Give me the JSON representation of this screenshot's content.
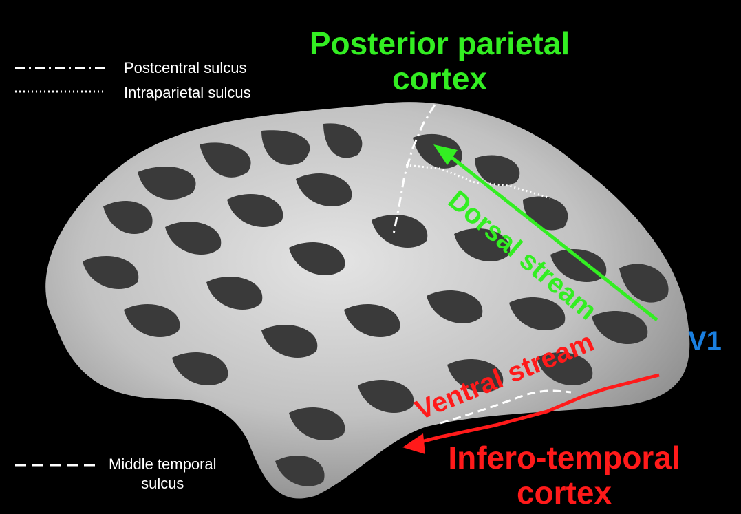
{
  "legend": {
    "postcentral": "Postcentral sulcus",
    "intraparietal": "Intraparietal sulcus",
    "middle_temporal_line1": "Middle temporal",
    "middle_temporal_line2": "sulcus"
  },
  "labels": {
    "posterior_parietal_line1": "Posterior parietal",
    "posterior_parietal_line2": "cortex",
    "dorsal_stream": "Dorsal stream",
    "ventral_stream": "Ventral stream",
    "inferotemporal_line1": "Infero-temporal",
    "inferotemporal_line2": "cortex",
    "v1": "V1"
  },
  "colors": {
    "background": "#000000",
    "dorsal": "#33ee22",
    "ventral": "#ff1a1a",
    "v1": "#1a7fe0",
    "sulcus_lines": "#ffffff",
    "cortex_light": "#c8c8c8",
    "cortex_dark": "#3c3c3c"
  }
}
